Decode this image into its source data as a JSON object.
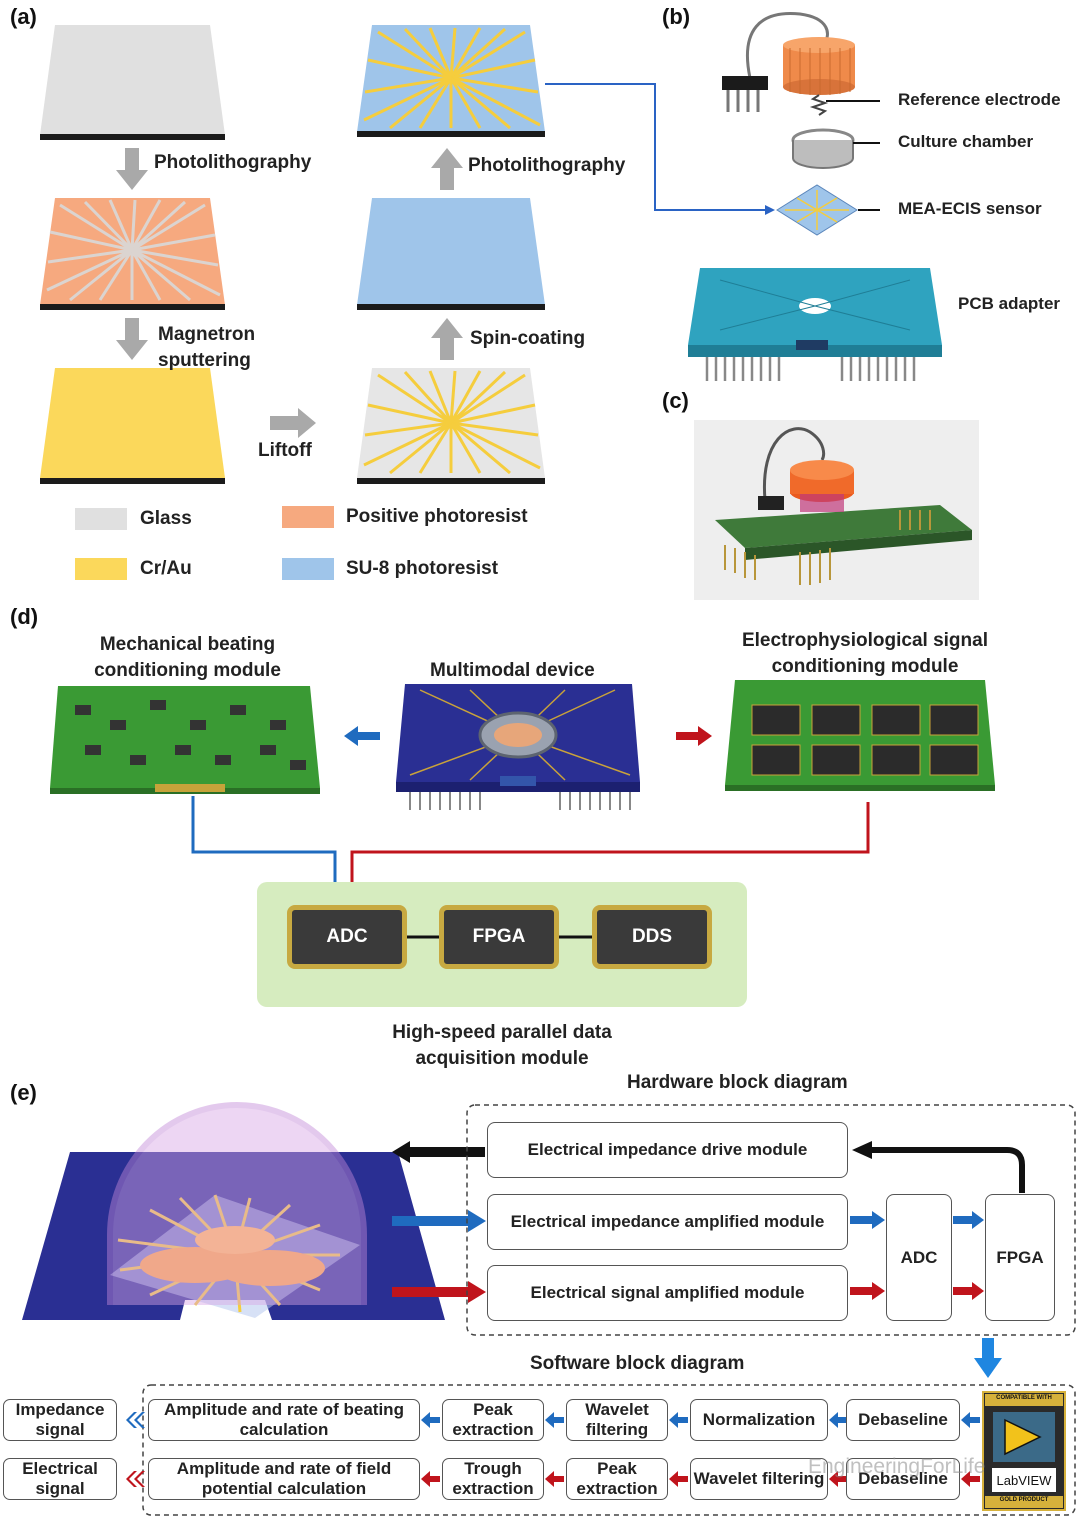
{
  "panels": {
    "a": "(a)",
    "b": "(b)",
    "c": "(c)",
    "d": "(d)",
    "e": "(e)"
  },
  "panel_a": {
    "step_photolithography_1": "Photolithography",
    "step_magnetron": "Magnetron sputtering",
    "step_liftoff": "Liftoff",
    "step_spin": "Spin-coating",
    "step_photolithography_2": "Photolithography",
    "legend": {
      "glass": "Glass",
      "positive": "Positive photoresist",
      "crau": "Cr/Au",
      "su8": "SU-8 photoresist"
    },
    "colors": {
      "glass": "#e0e0e0",
      "positive": "#f6a97f",
      "crau": "#fbd85b",
      "su8": "#9fc5ea"
    }
  },
  "panel_b": {
    "reference_electrode": "Reference electrode",
    "culture_chamber": "Culture chamber",
    "mea_ecis_sensor": "MEA-ECIS sensor",
    "pcb_adapter": "PCB adapter"
  },
  "panel_d": {
    "mechanical_module": "Mechanical beating conditioning module",
    "multimodal_device": "Multimodal device",
    "electro_module": "Electrophysiological signal conditioning module",
    "chips": [
      "ADC",
      "FPGA",
      "DDS"
    ],
    "daq_module": "High-speed parallel data acquisition module"
  },
  "panel_e": {
    "hardware_title": "Hardware block diagram",
    "drive_module": "Electrical impedance drive module",
    "impedance_amp": "Electrical impedance amplified module",
    "signal_amp": "Electrical signal amplified module",
    "adc": "ADC",
    "fpga": "FPGA",
    "software_title": "Software block diagram",
    "row1": [
      "Debaseline",
      "Normalization",
      "Wavelet filtering",
      "Peak extraction",
      "Amplitude and rate of beating calculation"
    ],
    "row1_output": "Impedance signal",
    "row2": [
      "Debaseline",
      "Wavelet filtering",
      "Peak extraction",
      "Trough extraction",
      "Amplitude and rate of field potential calculation"
    ],
    "row2_output": "Electrical signal",
    "labview_top": "COMPATIBLE WITH",
    "labview_name": "LabVIEW",
    "labview_bottom": "GOLD PRODUCT",
    "watermark": "EngineeringForLife"
  }
}
